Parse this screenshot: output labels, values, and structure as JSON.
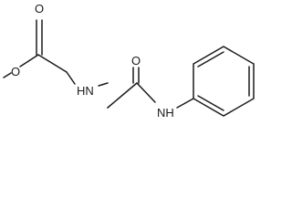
{
  "molecule": {
    "atoms": {
      "ester_carbonyl_o": "O",
      "ester_ether_o": "O",
      "amine_nh": "HN",
      "amide_carbonyl_o": "O",
      "amide_nh": "NH"
    }
  }
}
